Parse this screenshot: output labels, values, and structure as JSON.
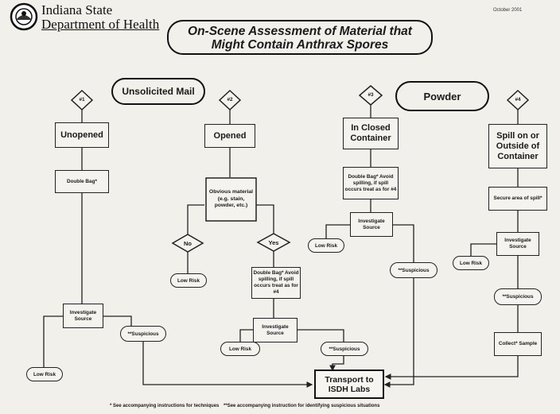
{
  "header": {
    "org_line1": "Indiana State",
    "org_line2": "Department of Health",
    "date": "October 2001",
    "title_line1": "On-Scene Assessment of Material that",
    "title_line2": "Might Contain Anthrax Spores"
  },
  "sections": {
    "unsolicited_mail": "Unsolicited Mail",
    "powder": "Powder"
  },
  "branches": {
    "b1": {
      "marker": "#1",
      "start": "Unopened",
      "bag": "Double Bag*",
      "investigate": "Investigate Source",
      "low_risk": "Low Risk",
      "suspicious": "**Suspicious"
    },
    "b2": {
      "marker": "#2",
      "start": "Opened",
      "question": "Obvious material (e.g. stain, powder, etc.)",
      "no": "No",
      "yes": "Yes",
      "low_risk_no": "Low Risk",
      "bag": "Double Bag* Avoid spilling, if spill occurs treat as for #4",
      "investigate": "Investigate Source",
      "low_risk": "Low Risk",
      "suspicious": "**Suspicious"
    },
    "b3": {
      "marker": "#3",
      "start": "In Closed Container",
      "bag": "Double Bag* Avoid spilling, if spill occurs treat as for #4",
      "investigate": "Investigate Source",
      "low_risk": "Low Risk",
      "suspicious": "**Suspicious"
    },
    "b4": {
      "marker": "#4",
      "start": "Spill on or Outside of Container",
      "secure": "Secure area of spill*",
      "investigate": "Investigate Source",
      "low_risk": "Low Risk",
      "suspicious": "**Suspicious",
      "collect": "Collect* Sample"
    }
  },
  "transport": "Transport to ISDH Labs",
  "footnotes": {
    "note1": "* See accompanying instructions for techniques",
    "note2": "**See accompanying instruction for identifying suspicious situations"
  }
}
